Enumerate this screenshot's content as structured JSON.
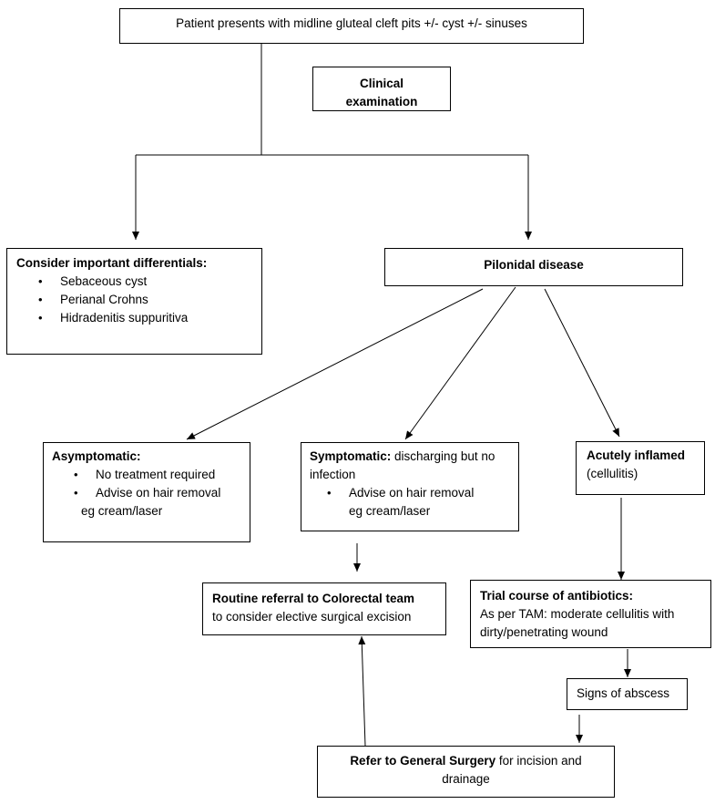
{
  "top": {
    "text": "Patient presents with midline gluteal cleft pits +/- cyst +/- sinuses"
  },
  "exam": {
    "text": "Clinical examination"
  },
  "differentials": {
    "title": "Consider important differentials:",
    "items": [
      "Sebaceous cyst",
      "Perianal Crohns",
      "Hidradenitis suppuritiva"
    ]
  },
  "pilonidal": {
    "text": "Pilonidal disease"
  },
  "asymptomatic": {
    "title": "Asymptomatic:",
    "items": [
      "No treatment required",
      "Advise on hair removal",
      "eg cream/laser"
    ]
  },
  "symptomatic": {
    "title": "Symptomatic:",
    "rest": " discharging but no",
    "line2": "infection",
    "items": [
      "Advise on hair removal",
      "eg cream/laser"
    ]
  },
  "acute": {
    "title": "Acutely inflamed",
    "sub": "(cellulitis)"
  },
  "routine": {
    "title": "Routine referral to Colorectal team",
    "sub": "to consider elective surgical excision"
  },
  "antibiotics": {
    "title": "Trial course of antibiotics:",
    "line1": "As per TAM: moderate cellulitis with",
    "line2": "dirty/penetrating wound"
  },
  "abscess": {
    "text": "Signs of abscess"
  },
  "general": {
    "title": "Refer to General Surgery",
    "rest": " for incision and",
    "line2": "drainage"
  }
}
